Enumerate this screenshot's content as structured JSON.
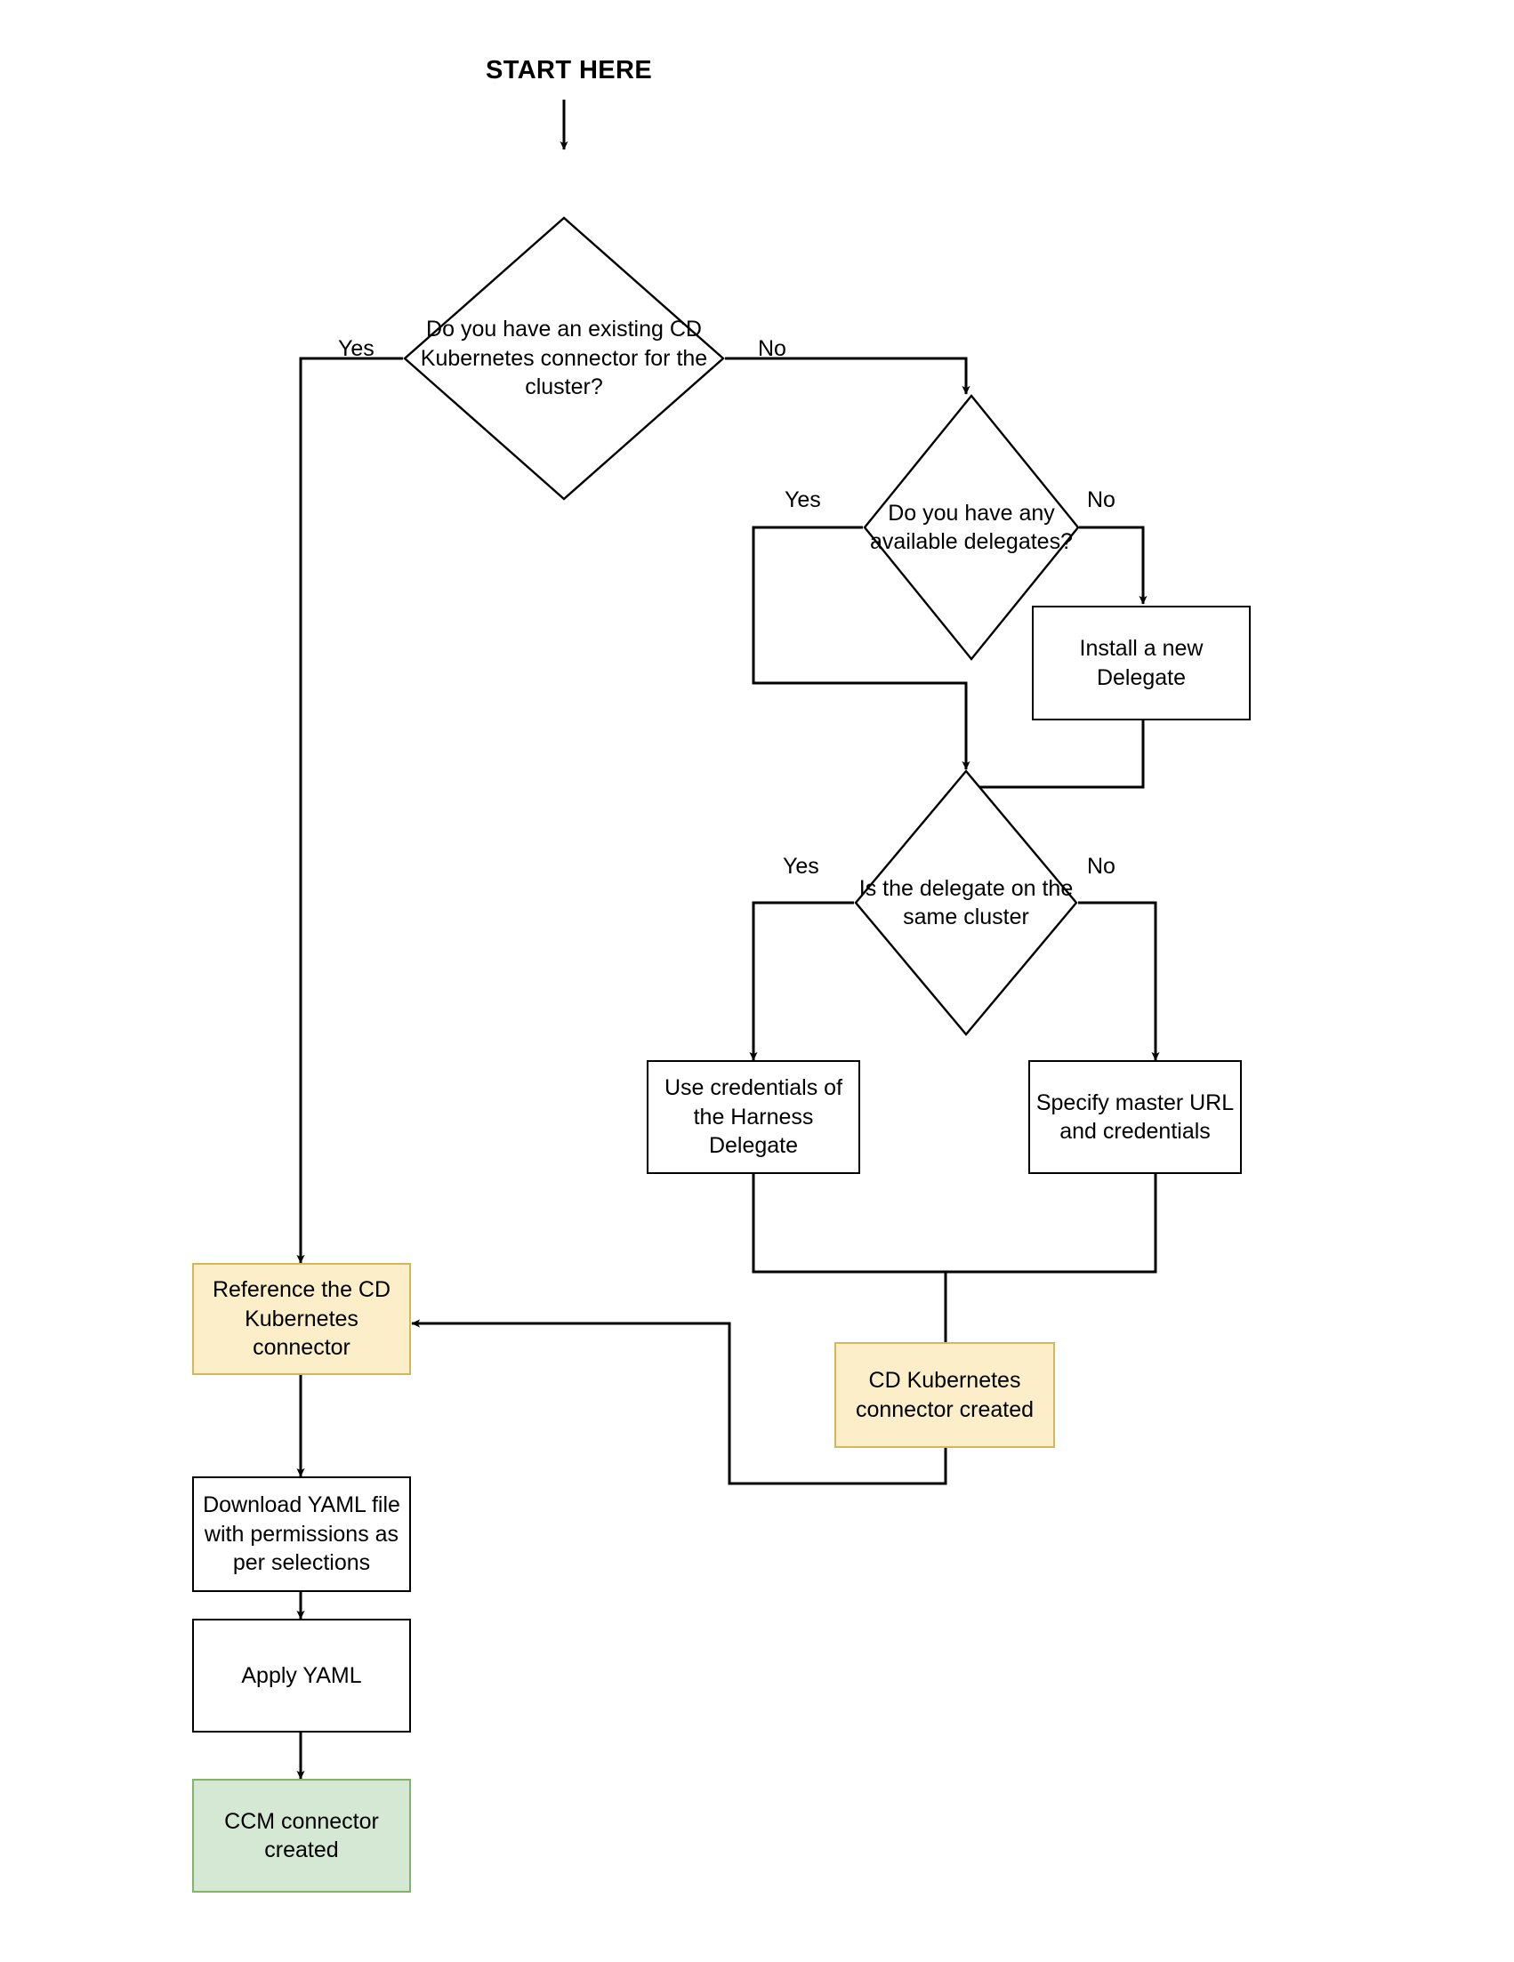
{
  "diagram": {
    "title": "START HERE",
    "colors": {
      "line": "#000000",
      "process_fill": "#ffffff",
      "process_stroke": "#000000",
      "yellow_fill": "#fbeec8",
      "yellow_stroke": "#d6b656",
      "green_fill": "#d5e8d4",
      "green_stroke": "#82b366"
    },
    "decisions": [
      {
        "id": "existing-cd-connector",
        "text": "Do you have an existing CD Kubernetes connector for the cluster?"
      },
      {
        "id": "available-delegates",
        "text": "Do you have any available delegates?"
      },
      {
        "id": "delegate-same-cluster",
        "text": "Is the delegate on the same cluster"
      }
    ],
    "processes": [
      {
        "id": "install-delegate",
        "text": "Install a new Delegate",
        "style": "white"
      },
      {
        "id": "use-harness-creds",
        "text": "Use credentials of the Harness Delegate",
        "style": "white"
      },
      {
        "id": "specify-master-url",
        "text": "Specify master URL and credentials",
        "style": "white"
      },
      {
        "id": "reference-cd-connector",
        "text": "Reference the CD Kubernetes connector",
        "style": "yellow"
      },
      {
        "id": "cd-connector-created",
        "text": "CD Kubernetes connector created",
        "style": "yellow"
      },
      {
        "id": "download-yaml",
        "text": "Download YAML file with permissions as per selections",
        "style": "white"
      },
      {
        "id": "apply-yaml",
        "text": "Apply YAML",
        "style": "white"
      },
      {
        "id": "ccm-connector-created",
        "text": "CCM connector created",
        "style": "green"
      }
    ],
    "edge_labels": [
      {
        "id": "existing-yes",
        "text": "Yes"
      },
      {
        "id": "existing-no",
        "text": "No"
      },
      {
        "id": "delegates-yes",
        "text": "Yes"
      },
      {
        "id": "delegates-no",
        "text": "No"
      },
      {
        "id": "cluster-yes",
        "text": "Yes"
      },
      {
        "id": "cluster-no",
        "text": "No"
      }
    ]
  }
}
